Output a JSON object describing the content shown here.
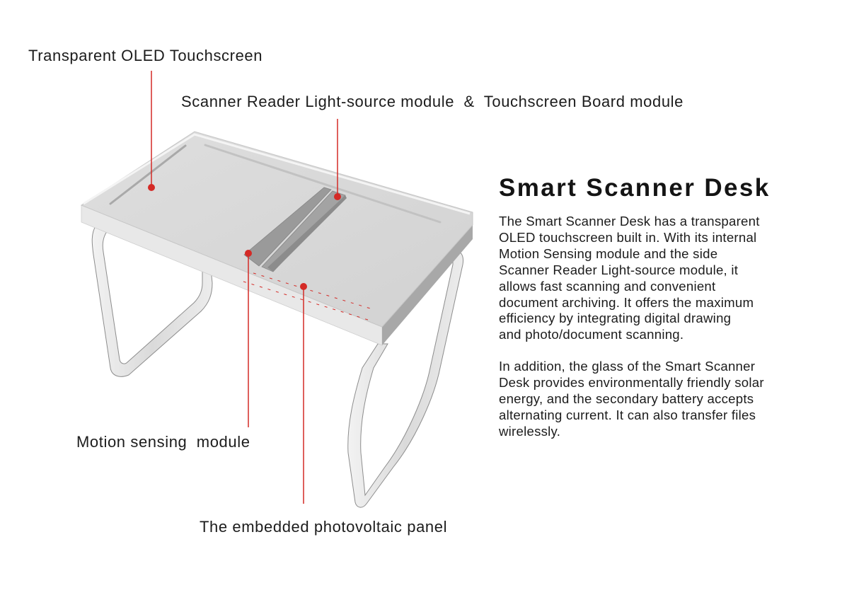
{
  "title": "Smart Scanner Desk",
  "callouts": {
    "oled": "Transparent OLED Touchscreen",
    "scanner": "Scanner Reader Light-source module  &  Touchscreen Board module",
    "motion": "Motion sensing  module",
    "photovoltaic": "The embedded photovoltaic panel"
  },
  "description": {
    "paragraph_1": [
      "The Smart Scanner Desk has a transparent",
      "OLED touchscreen built in. With its internal",
      "Motion Sensing module and the side",
      "Scanner Reader Light-source module, it",
      "allows fast scanning and convenient",
      "document archiving. It offers the maximum",
      "efficiency by integrating digital drawing",
      "and photo/document scanning."
    ],
    "paragraph_2": [
      "In addition, the glass of the Smart Scanner",
      "Desk provides environmentally friendly solar",
      "energy, and the secondary battery accepts",
      "alternating current. It can also transfer files",
      "wirelessly."
    ]
  },
  "colors": {
    "callout_red": "#d42a26",
    "desk_top": "#d9d9d9",
    "desk_edge": "#e8e8e8",
    "scanner_rail": "#9e9e9e",
    "leg_metal": "#e4e4e4",
    "text": "#1c1c1c"
  }
}
